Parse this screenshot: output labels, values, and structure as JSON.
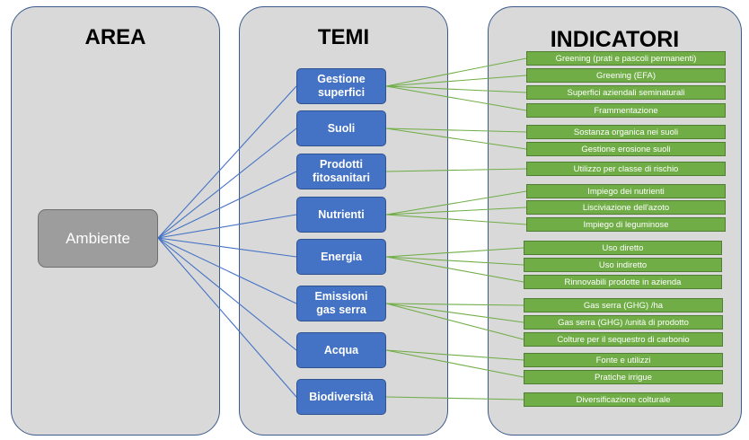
{
  "headers": {
    "area": "AREA",
    "temi": "TEMI",
    "indicatori": "INDICATORI"
  },
  "area": {
    "label": "Ambiente"
  },
  "temi": [
    "Gestione\nsuperfici",
    "Suoli",
    "Prodotti\nfitosanitari",
    "Nutrienti",
    "Energia",
    "Emissioni\ngas serra",
    "Acqua",
    "Biodiversità"
  ],
  "indicatori": [
    {
      "label": "Greening  (prati e pascoli permanenti)",
      "tema": 0
    },
    {
      "label": "Greening (EFA)",
      "tema": 0
    },
    {
      "label": "Superfici aziendali seminaturali",
      "tema": 0
    },
    {
      "label": "Frammentazione",
      "tema": 0
    },
    {
      "label": "Sostanza organica nei suoli",
      "tema": 1
    },
    {
      "label": "Gestione erosione suoli",
      "tema": 1
    },
    {
      "label": "Utilizzo per classe di rischio",
      "tema": 2
    },
    {
      "label": "Impiego dei nutrienti",
      "tema": 3
    },
    {
      "label": "Lisciviazione dell'azoto",
      "tema": 3
    },
    {
      "label": "Impiego di leguminose",
      "tema": 3
    },
    {
      "label": "Uso diretto",
      "tema": 4
    },
    {
      "label": "Uso indiretto",
      "tema": 4
    },
    {
      "label": "Rinnovabili prodotte in azienda",
      "tema": 4
    },
    {
      "label": "Gas serra (GHG) /ha",
      "tema": 5
    },
    {
      "label": "Gas serra (GHG) /unità di prodotto",
      "tema": 5
    },
    {
      "label": "Colture per il sequestro di carbonio",
      "tema": 5
    },
    {
      "label": "Fonte e utilizzi",
      "tema": 6
    },
    {
      "label": "Pratiche irrigue",
      "tema": 6
    },
    {
      "label": "Diversificazione colturale",
      "tema": 7
    }
  ],
  "colors": {
    "panel": "#d9d9d9",
    "theme": "#4472c4",
    "indicator": "#70ad47",
    "area": "#9d9d9d"
  }
}
